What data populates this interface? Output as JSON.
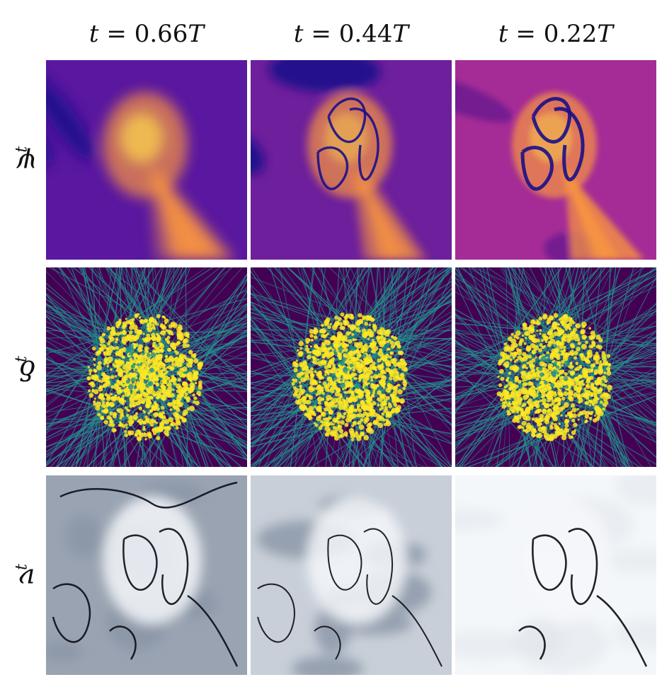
{
  "columns": [
    {
      "label_var": "t",
      "label_eq": "=",
      "label_val": "0.66",
      "label_unit": "T"
    },
    {
      "label_var": "t",
      "label_eq": "=",
      "label_val": "0.44",
      "label_unit": "T"
    },
    {
      "label_var": "t",
      "label_eq": "=",
      "label_val": "0.22",
      "label_unit": "T"
    }
  ],
  "rows": [
    {
      "symbol": "ψ",
      "superscript": "t",
      "colormap": "plasma"
    },
    {
      "symbol": "δ",
      "superscript": "t",
      "colormap": "viridis"
    },
    {
      "symbol": "ν",
      "superscript": "t",
      "colormap": "bone"
    }
  ],
  "colors": {
    "plasma_dark": "#1a0f8a",
    "plasma_mid": "#a52c96",
    "plasma_light": "#f89540",
    "plasma_bright": "#fdd94b",
    "viridis_dark": "#440154",
    "viridis_mid": "#21918c",
    "viridis_bright": "#fde725",
    "bone_dark": "#0b0c14",
    "bone_mid": "#8a95a6",
    "bone_light": "#f4f7fa"
  }
}
